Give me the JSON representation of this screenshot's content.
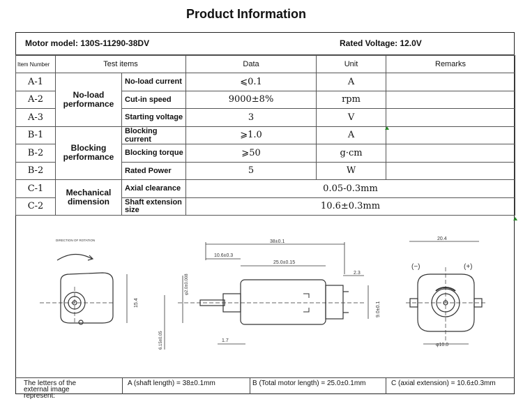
{
  "title": "Product Information",
  "header": {
    "motor_model": "Motor model: 130S-11290-38DV",
    "rated_voltage": "Rated Voltage: 12.0V"
  },
  "table": {
    "col_item_number": "Item Number",
    "col_test_items": "Test items",
    "col_data": "Data",
    "col_unit": "Unit",
    "col_remarks": "Remarks",
    "groups": {
      "A": "No-load performance",
      "B": "Blocking performance",
      "C": "Mechanical dimension"
    },
    "rows": [
      {
        "num": "A-1",
        "item": "No-load current",
        "data": "⩽0.1",
        "unit": "A"
      },
      {
        "num": "A-2",
        "item": "Cut-in speed",
        "data": "9000±8%",
        "unit": "rpm"
      },
      {
        "num": "A-3",
        "item": "Starting voltage",
        "data": "3",
        "unit": "V"
      },
      {
        "num": "B-1",
        "item": "Blocking current",
        "data": "⩾1.0",
        "unit": "A"
      },
      {
        "num": "B-2",
        "item": "Blocking torque",
        "data": "⩾50",
        "unit": "g·cm"
      },
      {
        "num": "B-2",
        "item": "Rated Power",
        "data": "5",
        "unit": "W"
      },
      {
        "num": "C-1",
        "item": "Axial clearance",
        "data": "0.05-0.3mm"
      },
      {
        "num": "C-2",
        "item": "Shaft extension size",
        "data": "10.6±0.3mm"
      }
    ]
  },
  "drawing": {
    "direction_label": "DIRECTION OF ROTATION",
    "dim_15_4": "15.4",
    "dim_38": "38±0.1",
    "dim_10_6": "10.6±0.3",
    "dim_25": "25.0±0.15",
    "dim_2_3": "2.3",
    "dim_shaft": "φ2.0±0.008",
    "dim_6_15": "6.15±0.05",
    "dim_1_7": "1.7",
    "dim_9": "9.0±0.1",
    "dim_20_4": "20.4",
    "minus": "(−)",
    "plus": "(+)",
    "dim_10": "φ10.0"
  },
  "footer": {
    "letters": "The letters of the external image represent:",
    "a": "A (shaft length) = 38±0.1mm",
    "b": "B (Total motor length) = 25.0±0.1mm",
    "c": "C (axial extension) = 10.6±0.3mm"
  }
}
